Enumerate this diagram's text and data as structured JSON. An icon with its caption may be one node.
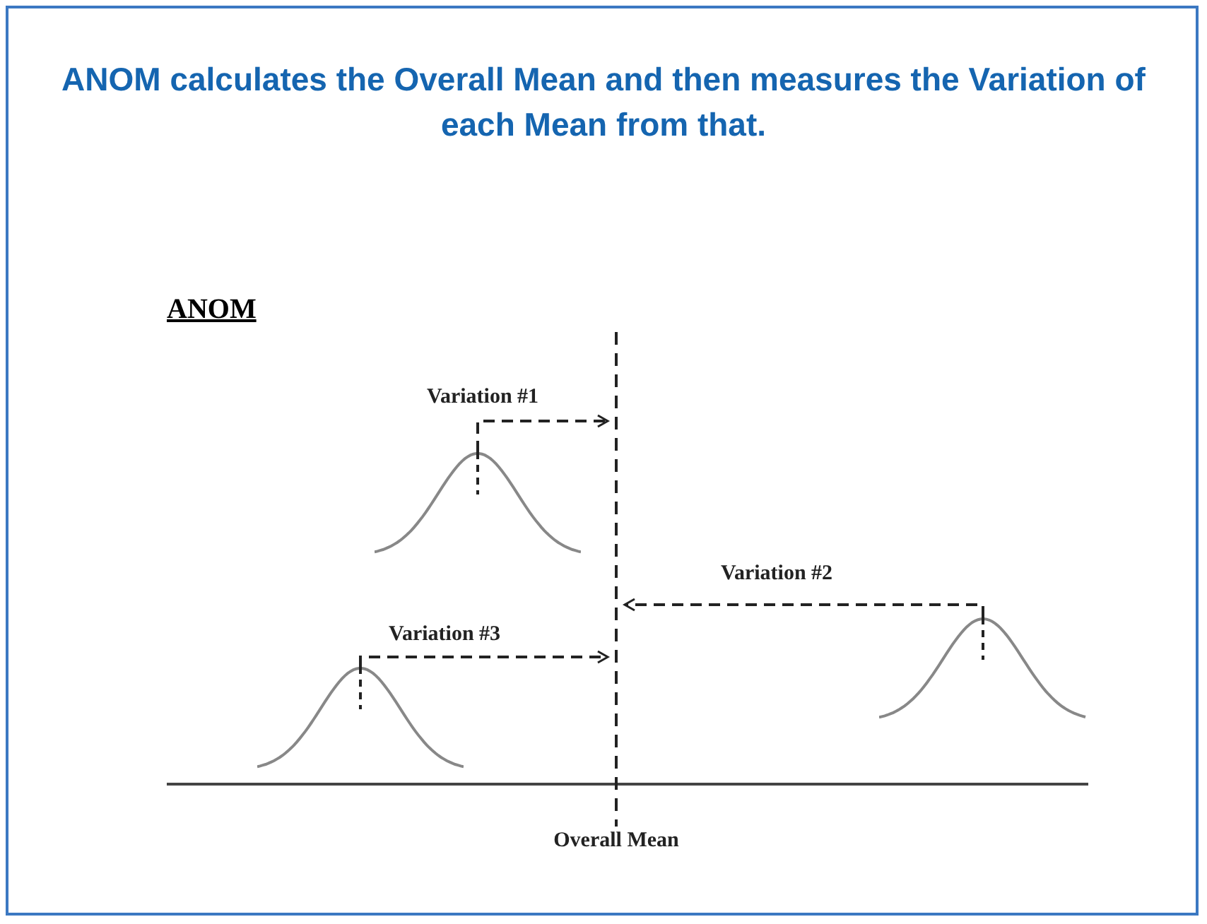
{
  "diagram": {
    "title": "ANOM calculates the Overall Mean and then measures the Variation of each Mean from that.",
    "nodes": [
      {
        "text": [
          "Overall Mean"
        ]
      },
      {
        "text": [],
        "shape": "curve"
      },
      {
        "text": [],
        "shape": "curve"
      },
      {
        "text": [],
        "shape": "curve"
      }
    ],
    "edges": [
      {
        "from": 1,
        "to": 0,
        "arrow": "to",
        "style": "dashed",
        "label": "Variation #1"
      },
      {
        "from": 2,
        "to": 0,
        "arrow": "to",
        "style": "dashed",
        "label": "Variation #2"
      },
      {
        "from": 3,
        "to": 0,
        "arrow": "to",
        "style": "dashed",
        "label": "Variation #3"
      }
    ],
    "labels": [
      "ANOM"
    ]
  }
}
